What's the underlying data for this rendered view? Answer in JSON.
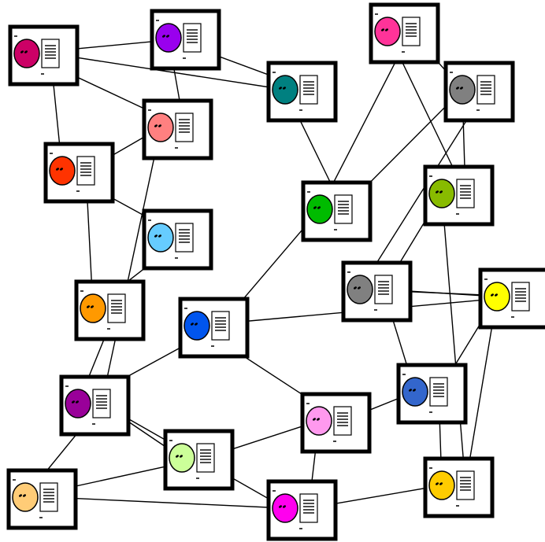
{
  "diagram": {
    "nodes": [
      {
        "id": "n1",
        "color": "#cc0066"
      },
      {
        "id": "n2",
        "color": "#9900ee"
      },
      {
        "id": "n3",
        "color": "#ff3399"
      },
      {
        "id": "n4",
        "color": "#008080"
      },
      {
        "id": "n5",
        "color": "#808080"
      },
      {
        "id": "n6",
        "color": "#ff8080"
      },
      {
        "id": "n7",
        "color": "#ff3300"
      },
      {
        "id": "n8",
        "color": "#00bb00"
      },
      {
        "id": "n9",
        "color": "#88bb00"
      },
      {
        "id": "n10",
        "color": "#66ccff"
      },
      {
        "id": "n11",
        "color": "#808080"
      },
      {
        "id": "n12",
        "color": "#ffff00"
      },
      {
        "id": "n13",
        "color": "#ff9900"
      },
      {
        "id": "n14",
        "color": "#0055ee"
      },
      {
        "id": "n15",
        "color": "#3366cc"
      },
      {
        "id": "n16",
        "color": "#990099"
      },
      {
        "id": "n17",
        "color": "#ff99ee"
      },
      {
        "id": "n18",
        "color": "#ccff99"
      },
      {
        "id": "n19",
        "color": "#ffcc77"
      },
      {
        "id": "n20",
        "color": "#ff00ee"
      },
      {
        "id": "n21",
        "color": "#ffcc00"
      }
    ],
    "edges": [
      {
        "from": "n1",
        "to": "n2"
      },
      {
        "from": "n1",
        "to": "n6"
      },
      {
        "from": "n2",
        "to": "n4"
      },
      {
        "from": "n2",
        "to": "n6"
      },
      {
        "from": "n4",
        "to": "n1"
      },
      {
        "from": "n4",
        "to": "n8"
      },
      {
        "from": "n3",
        "to": "n9"
      },
      {
        "from": "n5",
        "to": "n3"
      },
      {
        "from": "n5",
        "to": "n8"
      },
      {
        "from": "n5",
        "to": "n9"
      },
      {
        "from": "n6",
        "to": "n7"
      },
      {
        "from": "n6",
        "to": "n16"
      },
      {
        "from": "n7",
        "to": "n1"
      },
      {
        "from": "n7",
        "to": "n10"
      },
      {
        "from": "n8",
        "to": "n3"
      },
      {
        "from": "n8",
        "to": "n14"
      },
      {
        "from": "n9",
        "to": "n11"
      },
      {
        "from": "n9",
        "to": "n21"
      },
      {
        "from": "n11",
        "to": "n5"
      },
      {
        "from": "n11",
        "to": "n12"
      },
      {
        "from": "n12",
        "to": "n11"
      },
      {
        "from": "n12",
        "to": "n15"
      },
      {
        "from": "n12",
        "to": "n21"
      },
      {
        "from": "n13",
        "to": "n7"
      },
      {
        "from": "n13",
        "to": "n10"
      },
      {
        "from": "n14",
        "to": "n12"
      },
      {
        "from": "n14",
        "to": "n17"
      },
      {
        "from": "n15",
        "to": "n11"
      },
      {
        "from": "n15",
        "to": "n17"
      },
      {
        "from": "n16",
        "to": "n13"
      },
      {
        "from": "n16",
        "to": "n14"
      },
      {
        "from": "n17",
        "to": "n18"
      },
      {
        "from": "n17",
        "to": "n20"
      },
      {
        "from": "n18",
        "to": "n16"
      },
      {
        "from": "n19",
        "to": "n16"
      },
      {
        "from": "n19",
        "to": "n18"
      },
      {
        "from": "n20",
        "to": "n19"
      },
      {
        "from": "n20",
        "to": "n16"
      },
      {
        "from": "n21",
        "to": "n15"
      },
      {
        "from": "n21",
        "to": "n20"
      }
    ]
  }
}
